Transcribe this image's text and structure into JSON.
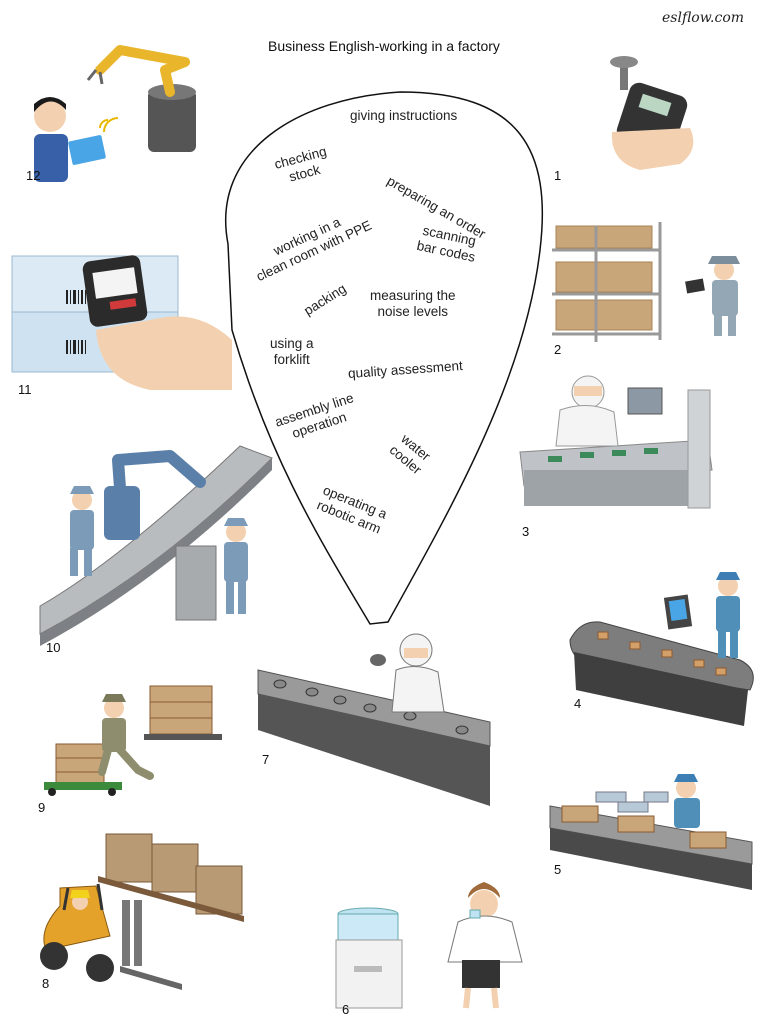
{
  "brand": "eslflow.com",
  "title": "Business English-working in a factory",
  "words": {
    "giving_instructions": "giving instructions",
    "checking_stock_1": "checking",
    "checking_stock_2": "stock",
    "preparing_order": "preparing an order",
    "working_clean_1": "working in a",
    "working_clean_2": "clean room with PPE",
    "scanning_1": "scanning",
    "scanning_2": "bar codes",
    "packing": "packing",
    "measuring_1": "measuring the",
    "measuring_2": "noise levels",
    "forklift_1": "using a",
    "forklift_2": "forklift",
    "quality": "quality assessment",
    "assembly_1": "assembly line",
    "assembly_2": "operation",
    "water_1": "water",
    "water_2": "cooler",
    "robotic_1": "operating a",
    "robotic_2": "robotic arm"
  },
  "numbers": {
    "n1": "1",
    "n2": "2",
    "n3": "3",
    "n4": "4",
    "n5": "5",
    "n6": "6",
    "n7": "7",
    "n8": "8",
    "n9": "9",
    "n10": "10",
    "n11": "11",
    "n12": "12"
  },
  "colors": {
    "outline": "#111111",
    "gray": "#8a8a8a",
    "conveyor": "#5a5a5a",
    "box": "#c9a57a",
    "worker_blue": "#4f8fb8",
    "forklift": "#e5a22a"
  },
  "icons": [
    "robotic-arm-tablet",
    "noise-meter",
    "warehouse-stock",
    "clean-room-worker",
    "conveyor-boxes",
    "packing-line",
    "water-cooler",
    "quality-conveyor",
    "forklift",
    "hand-truck",
    "robot-conveyor",
    "barcode-scanner-phone"
  ]
}
